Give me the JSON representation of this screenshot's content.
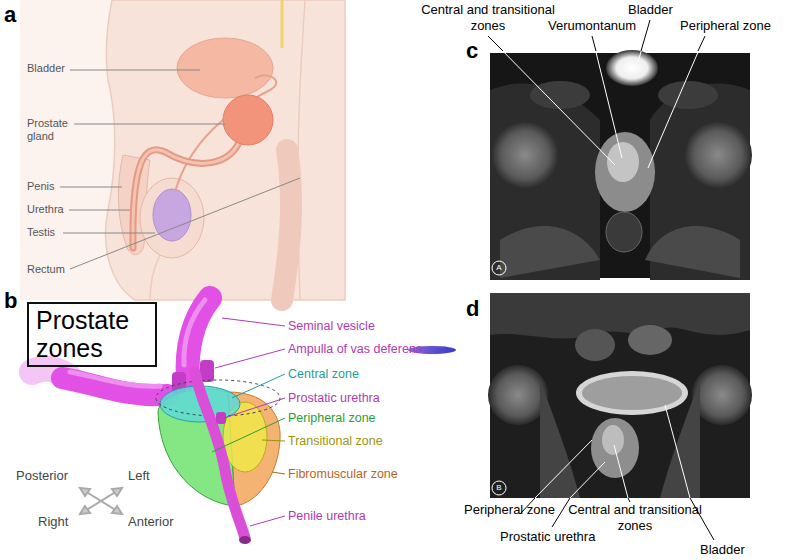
{
  "diagram": {
    "nodes": [
      {
        "text": [
          "Prostate zones"
        ]
      }
    ],
    "labels": [
      "a",
      "Bladder",
      "Prostate gland",
      "Penis",
      "Urethra",
      "Testis",
      "Rectum",
      "b",
      "Seminal vesicle",
      "Ampulla of vas deferens",
      "Central zone",
      "Prostatic urethra",
      "Peripheral zone",
      "Transitional zone",
      "Fibromuscular zone",
      "Penile urethra",
      "Posterior",
      "Left",
      "Right",
      "Anterior",
      "c",
      "Central and transitional zones",
      "Verumontanum",
      "Bladder",
      "Peripheral zone",
      "A",
      "d",
      "B",
      "Peripheral zone",
      "Central and transitional zones",
      "Prostatic urethra",
      "Bladder"
    ]
  }
}
